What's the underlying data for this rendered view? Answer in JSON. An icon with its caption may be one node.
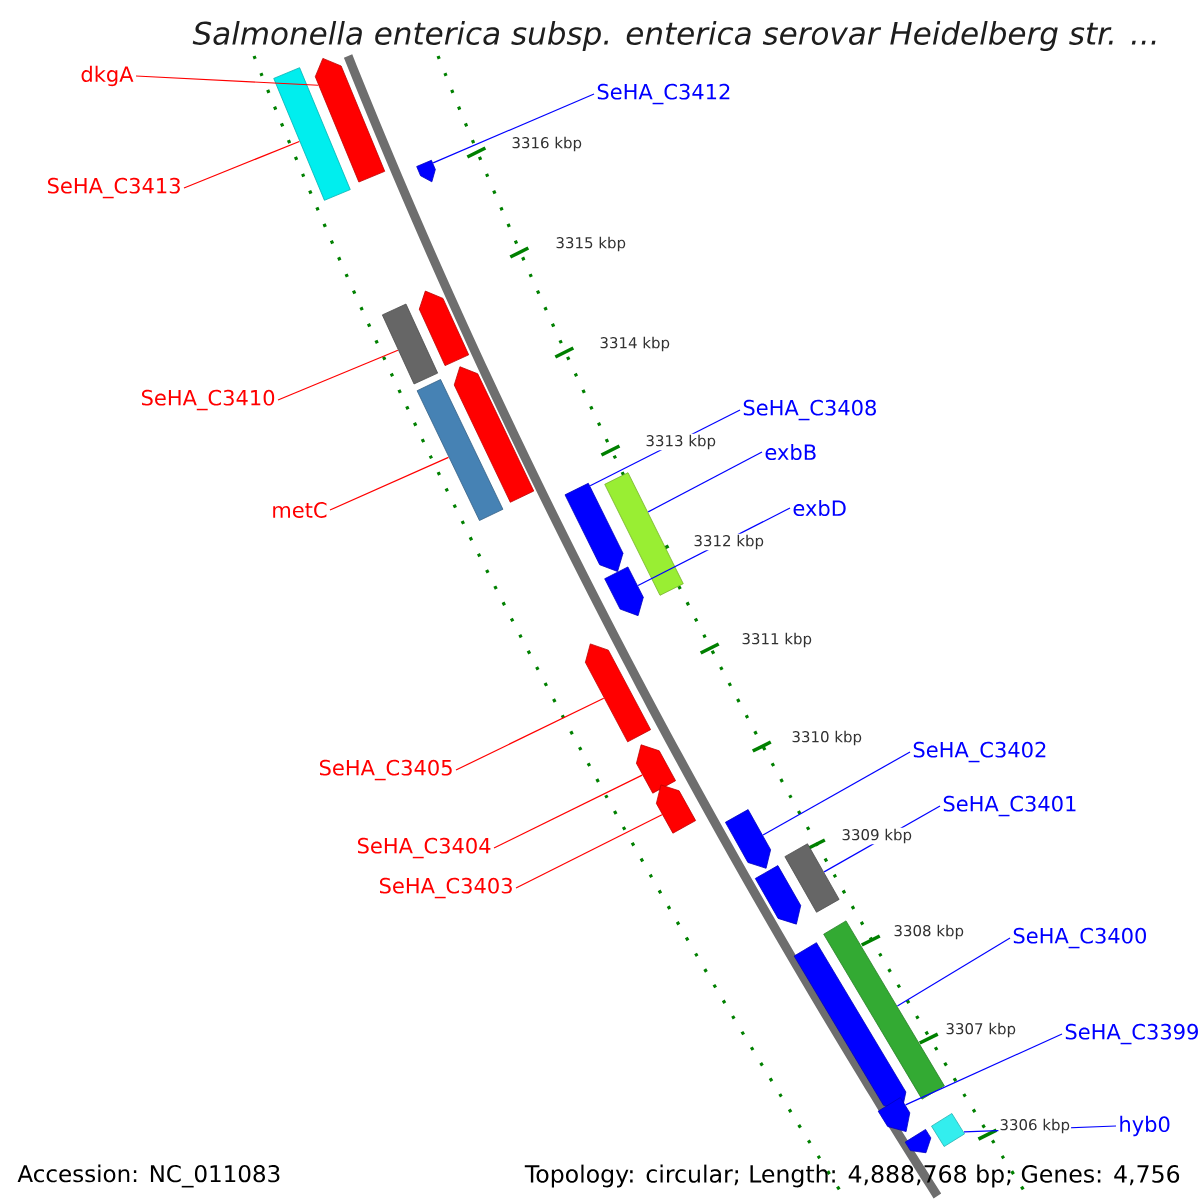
{
  "diagram": {
    "title": "Salmonella enterica subsp. enterica serovar Heidelberg str. ...",
    "nodes": [
      {
        "text": [
          "dkgA"
        ]
      },
      {
        "text": [
          "SeHA_C3412"
        ]
      },
      {
        "text": [
          "SeHA_C3413"
        ]
      },
      {
        "text": [
          "SeHA_C3410"
        ]
      },
      {
        "text": [
          "SeHA_C3408"
        ]
      },
      {
        "text": [
          "exbB"
        ]
      },
      {
        "text": [
          "exbD"
        ]
      },
      {
        "text": [
          "metC"
        ]
      },
      {
        "text": [
          "SeHA_C3402"
        ]
      },
      {
        "text": [
          "SeHA_C3405"
        ]
      },
      {
        "text": [
          "SeHA_C3401"
        ]
      },
      {
        "text": [
          "SeHA_C3404"
        ]
      },
      {
        "text": [
          "SeHA_C3403"
        ]
      },
      {
        "text": [
          "SeHA_C3400"
        ]
      },
      {
        "text": [
          "SeHA_C3399"
        ]
      },
      {
        "text": [
          "hyb0"
        ]
      },
      {
        "text": [],
        "shape": "pentagon"
      },
      {
        "text": [],
        "shape": "box"
      },
      {
        "text": [],
        "shape": "pentagon"
      },
      {
        "text": [],
        "shape": "pentagon"
      },
      {
        "text": [],
        "shape": "box"
      },
      {
        "text": [],
        "shape": "pentagon"
      },
      {
        "text": [],
        "shape": "box"
      },
      {
        "text": [],
        "shape": "pentagon"
      },
      {
        "text": [],
        "shape": "box"
      },
      {
        "text": [],
        "shape": "pentagon"
      },
      {
        "text": [],
        "shape": "pentagon"
      },
      {
        "text": [],
        "shape": "pentagon"
      },
      {
        "text": [],
        "shape": "pentagon"
      },
      {
        "text": [],
        "shape": "pentagon"
      },
      {
        "text": [],
        "shape": "box"
      },
      {
        "text": [],
        "shape": "pentagon"
      },
      {
        "text": [],
        "shape": "box"
      },
      {
        "text": [],
        "shape": "pentagon"
      },
      {
        "text": [],
        "shape": "pentagon"
      },
      {
        "text": [],
        "shape": "box"
      },
      {
        "text": [],
        "shape": "pentagon"
      }
    ],
    "edges": [
      {
        "from": 0,
        "to": 16,
        "arrow": "none",
        "color": "#ff0000"
      },
      {
        "from": 1,
        "to": 18,
        "arrow": "none"
      },
      {
        "from": 2,
        "to": 17,
        "arrow": "none",
        "color": "#ff0000"
      },
      {
        "from": 3,
        "to": 20,
        "arrow": "none",
        "color": "#ff0000"
      },
      {
        "from": 4,
        "to": 23,
        "arrow": "none"
      },
      {
        "from": 5,
        "to": 24,
        "arrow": "none"
      },
      {
        "from": 6,
        "to": 25,
        "arrow": "none"
      },
      {
        "from": 7,
        "to": 22,
        "arrow": "none",
        "color": "#ff0000"
      },
      {
        "from": 8,
        "to": 29,
        "arrow": "none"
      },
      {
        "from": 9,
        "to": 26,
        "arrow": "none",
        "color": "#ff0000"
      },
      {
        "from": 10,
        "to": 30,
        "arrow": "none"
      },
      {
        "from": 11,
        "to": 27,
        "arrow": "none",
        "color": "#ff0000"
      },
      {
        "from": 12,
        "to": 28,
        "arrow": "none",
        "color": "#ff0000"
      },
      {
        "from": 13,
        "to": 32,
        "arrow": "none"
      },
      {
        "from": 14,
        "to": 34,
        "arrow": "none"
      },
      {
        "from": 15,
        "to": 35,
        "arrow": "none"
      }
    ],
    "labels": [
      "3316 kbp",
      "3315 kbp",
      "3314 kbp",
      "3313 kbp",
      "3312 kbp",
      "3311 kbp",
      "3310 kbp",
      "3309 kbp",
      "3308 kbp",
      "3307 kbp",
      "3306 kbp",
      "Accession: NC_011083",
      "Topology: circular; Length: 4,888,768 bp; Genes: 4,756"
    ]
  }
}
